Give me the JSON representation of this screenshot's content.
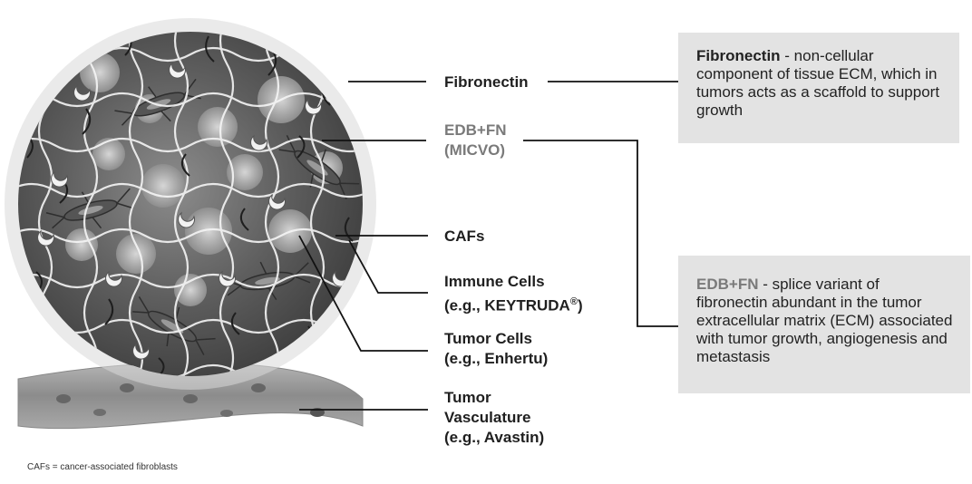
{
  "labels": {
    "fibronectin": "Fibronectin",
    "edb_fn_line1": "EDB+FN",
    "edb_fn_line2": "(MICVO)",
    "cafs": "CAFs",
    "immune_line1": "Immune Cells",
    "immune_line2": "(e.g., KEYTRUDA",
    "immune_reg": "®",
    "immune_close": ")",
    "tumor_cells_line1": "Tumor Cells",
    "tumor_cells_line2": "(e.g., Enhertu)",
    "vasc_line1": "Tumor",
    "vasc_line2": "Vasculature",
    "vasc_line3": "(e.g., Avastin)"
  },
  "callouts": {
    "fibronectin": {
      "term": "Fibronectin",
      "text": " - non-cellular component of tissue ECM, which in tumors acts as a scaffold to support growth"
    },
    "edb_fn": {
      "term": "EDB+FN",
      "text": " - splice variant of fibronectin abundant in the tumor extracellular matrix (ECM) associated with tumor growth, angiogenesis and metastasis"
    }
  },
  "footnote": "CAFs = cancer-associated fibroblasts",
  "colors": {
    "box_bg": "#e3e3e3",
    "label_dark": "#1f1f1f",
    "label_gray": "#7a7a7a",
    "tumor_dark": "#4a4a4a",
    "tumor_mid": "#8a8a8a",
    "vessel": "#9a9a9a"
  }
}
